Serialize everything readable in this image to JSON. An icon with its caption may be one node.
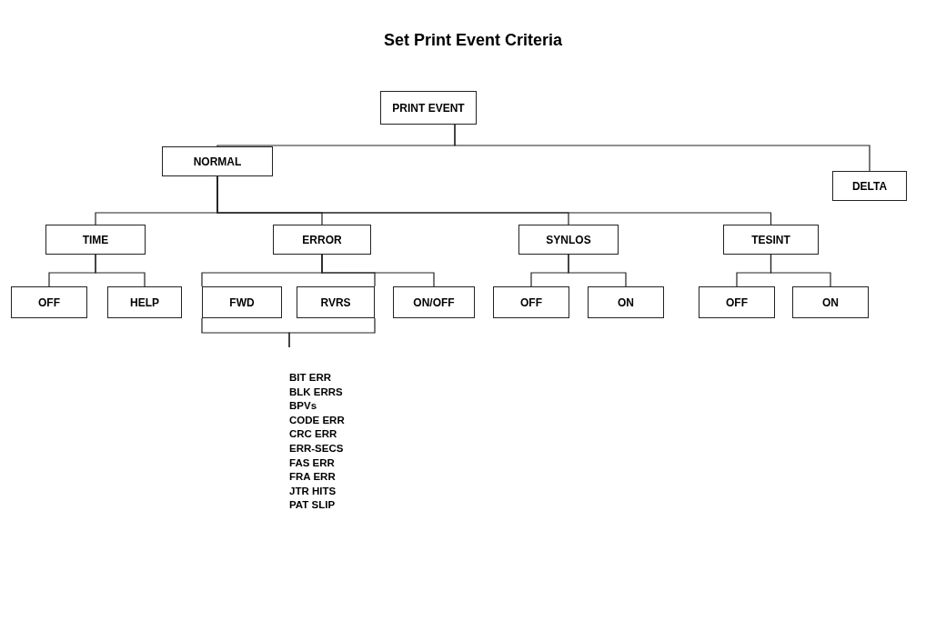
{
  "diagram": {
    "title": "Set Print Event Criteria",
    "nodes": [
      {
        "text": [
          "PRINT EVENT"
        ]
      },
      {
        "text": [
          "NORMAL"
        ]
      },
      {
        "text": [
          "DELTA"
        ]
      },
      {
        "text": [
          "TIME"
        ]
      },
      {
        "text": [
          "ERROR"
        ]
      },
      {
        "text": [
          "SYNLOS"
        ]
      },
      {
        "text": [
          "TESINT"
        ]
      },
      {
        "text": [
          "OFF"
        ]
      },
      {
        "text": [
          "HELP"
        ]
      },
      {
        "text": [
          "FWD"
        ]
      },
      {
        "text": [
          "RVRS"
        ]
      },
      {
        "text": [
          "ON/OFF"
        ]
      },
      {
        "text": [
          "OFF"
        ]
      },
      {
        "text": [
          "ON"
        ]
      },
      {
        "text": [
          "OFF"
        ]
      },
      {
        "text": [
          "ON"
        ]
      },
      {
        "text": [
          "BIT ERR",
          "BLK ERRS",
          "BPVs",
          "CODE ERR",
          "CRC ERR",
          "ERR-SECS",
          "FAS ERR",
          "FRA ERR",
          "JTR HITS",
          "PAT SLIP"
        ]
      }
    ],
    "edges": [
      {
        "from": 0,
        "to": 1,
        "arrow": "none"
      },
      {
        "from": 0,
        "to": 2,
        "arrow": "none"
      },
      {
        "from": 1,
        "to": 3,
        "arrow": "none"
      },
      {
        "from": 1,
        "to": 4,
        "arrow": "none"
      },
      {
        "from": 1,
        "to": 5,
        "arrow": "none"
      },
      {
        "from": 1,
        "to": 6,
        "arrow": "none"
      },
      {
        "from": 3,
        "to": 7,
        "arrow": "none"
      },
      {
        "from": 3,
        "to": 8,
        "arrow": "none"
      },
      {
        "from": 4,
        "to": 9,
        "arrow": "none"
      },
      {
        "from": 4,
        "to": 10,
        "arrow": "none"
      },
      {
        "from": 4,
        "to": 11,
        "arrow": "none"
      },
      {
        "from": 5,
        "to": 12,
        "arrow": "none"
      },
      {
        "from": 5,
        "to": 13,
        "arrow": "none"
      },
      {
        "from": 6,
        "to": 14,
        "arrow": "none"
      },
      {
        "from": 6,
        "to": 15,
        "arrow": "none"
      },
      {
        "from": 9,
        "to": 16,
        "arrow": "none"
      },
      {
        "from": 10,
        "to": 16,
        "arrow": "none"
      }
    ]
  }
}
